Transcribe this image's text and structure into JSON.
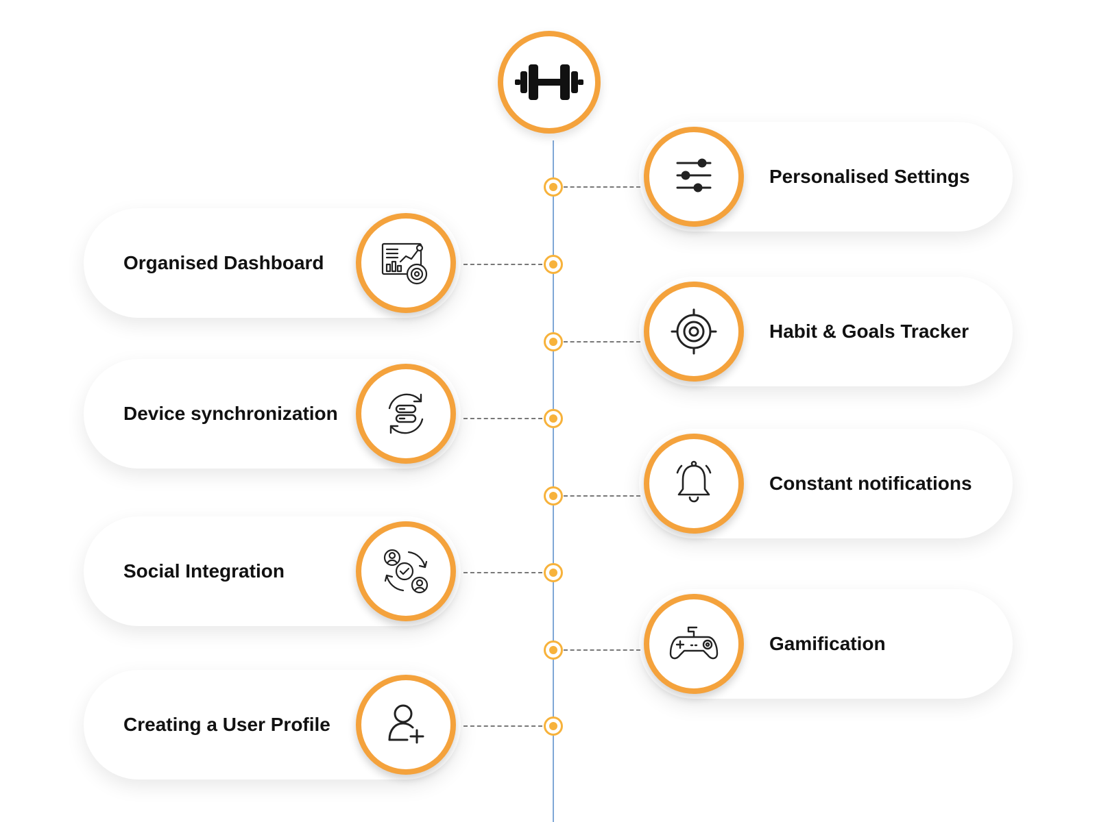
{
  "colors": {
    "ring": "#f4a23c",
    "dot": "#f7b23b",
    "line": "#7fa7d6",
    "text": "#111111"
  },
  "hub": {
    "icon": "dumbbell-icon"
  },
  "features": [
    {
      "label": "Personalised Settings",
      "side": "right",
      "icon": "sliders-icon"
    },
    {
      "label": "Organised Dashboard",
      "side": "left",
      "icon": "dashboard-icon"
    },
    {
      "label": "Habit & Goals Tracker",
      "side": "right",
      "icon": "target-icon"
    },
    {
      "label": "Device synchronization",
      "side": "left",
      "icon": "sync-icon"
    },
    {
      "label": "Constant notifications",
      "side": "right",
      "icon": "bell-icon"
    },
    {
      "label": "Social Integration",
      "side": "left",
      "icon": "social-sync-icon"
    },
    {
      "label": "Gamification",
      "side": "right",
      "icon": "gamepad-icon"
    },
    {
      "label": "Creating a User Profile",
      "side": "left",
      "icon": "add-user-icon"
    }
  ]
}
